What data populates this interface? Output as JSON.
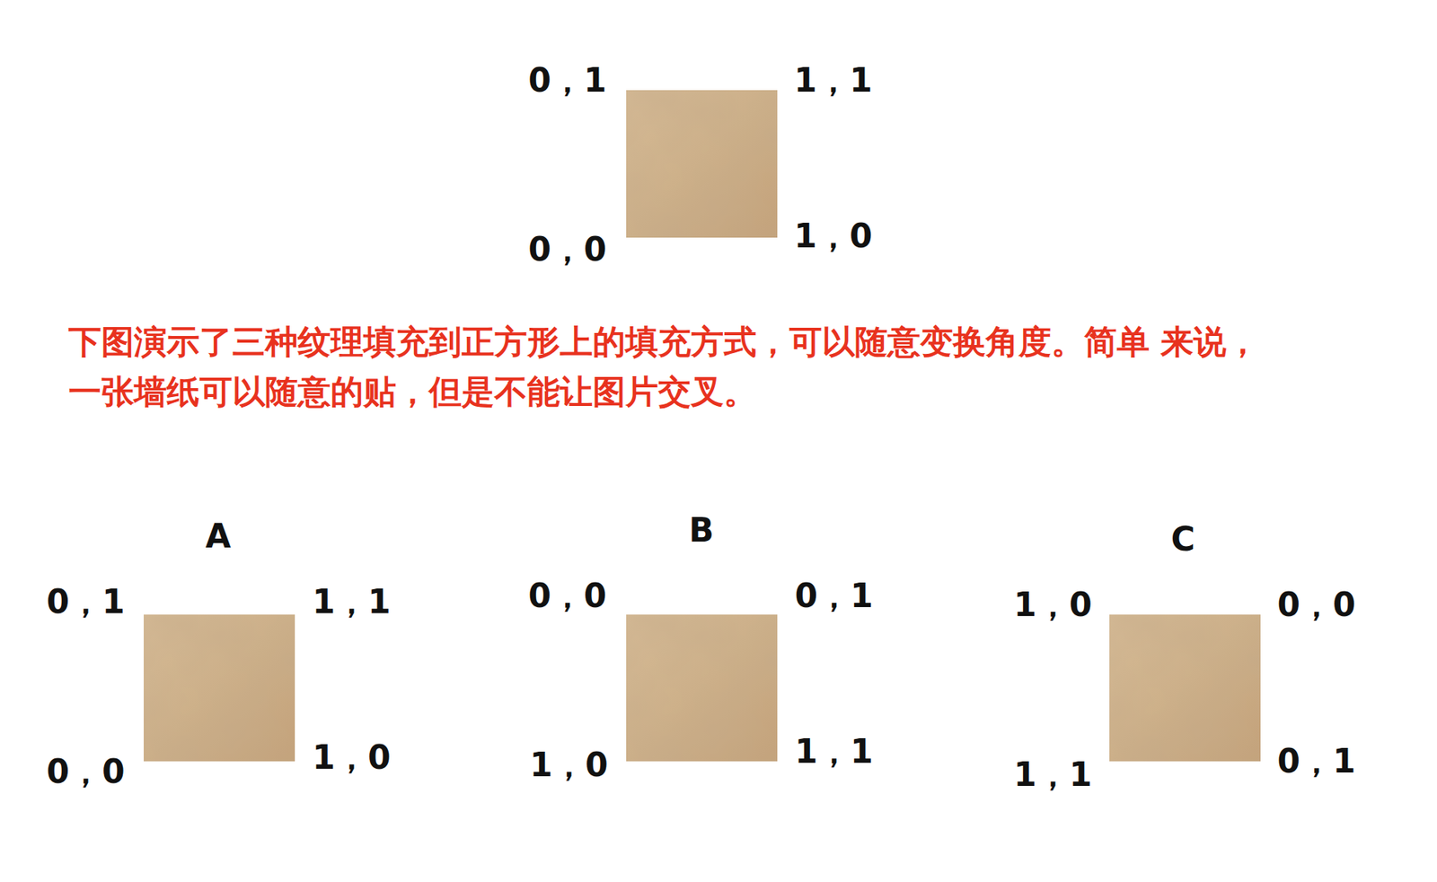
{
  "diagram": {
    "nodes": [
      {
        "text": [
          "0，1",
          "1，1",
          "0，0",
          "1，0"
        ]
      },
      {
        "text": [
          "A",
          "0，1",
          "1，1",
          "0，0",
          "1，0"
        ]
      },
      {
        "text": [
          "B",
          "0，0",
          "0，1",
          "1，0",
          "1，1"
        ]
      },
      {
        "text": [
          "C",
          "1，0",
          "0，0",
          "1，1",
          "0，1"
        ]
      }
    ],
    "labels": [
      "下图演示了三种纹理填充到正方形上的填充方式，可以随意变换角度。简单 来说，一张墙纸可以随意的贴，但是不能让图片交叉。"
    ]
  }
}
